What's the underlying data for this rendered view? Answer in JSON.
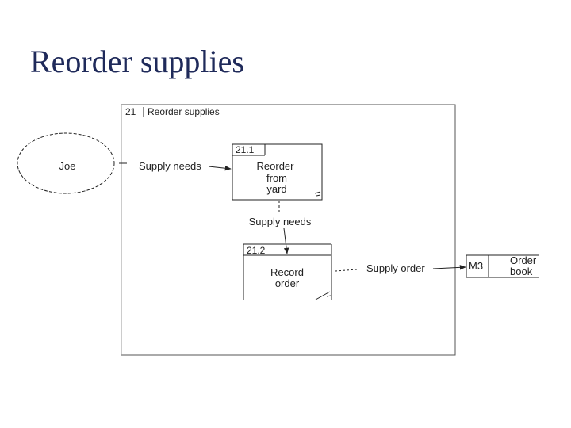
{
  "slide": {
    "title": "Reorder supplies"
  },
  "diagram": {
    "frame": {
      "number": "21",
      "title": "Reorder supplies"
    },
    "entity": {
      "name": "Joe"
    },
    "processes": [
      {
        "id": "21.1",
        "lines": [
          "Reorder",
          "from",
          "yard"
        ]
      },
      {
        "id": "21.2",
        "lines": [
          "Record",
          "order"
        ]
      }
    ],
    "datastore": {
      "id": "M3",
      "lines": [
        "Order",
        "book"
      ]
    },
    "flows": [
      {
        "label": "Supply needs"
      },
      {
        "label": "Supply needs"
      },
      {
        "label": "Supply order"
      }
    ],
    "colors": {
      "title": "#1f2a5a",
      "lines": "#222222"
    }
  }
}
